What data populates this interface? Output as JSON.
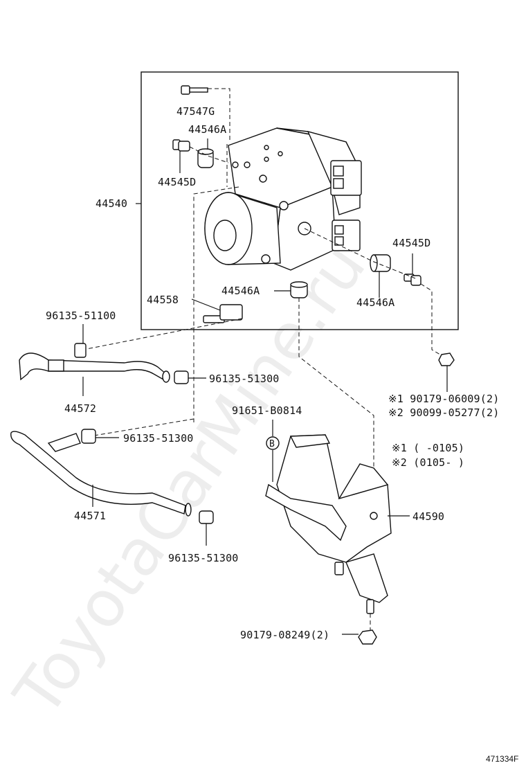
{
  "watermark": "ToyotaCarMine.ru",
  "figure_id": "471334F",
  "labels": {
    "p47547G": "47547G",
    "p44546A_top": "44546A",
    "p44545D_left": "44545D",
    "p44540": "44540",
    "p44545D_right": "44545D",
    "p44546A_mid": "44546A",
    "p44546A_right": "44546A",
    "p44558": "44558",
    "p96135_51100": "96135-51100",
    "p96135_51300_a": "96135-51300",
    "p44572": "44572",
    "p91651_B0814": "91651-B0814",
    "p96135_51300_b": "96135-51300",
    "p44571": "44571",
    "p96135_51300_c": "96135-51300",
    "p44590": "44590",
    "p90179_08249": "90179-08249(2)",
    "note1_part": "※1 90179-06009(2)",
    "note2_part": "※2 90099-05277(2)",
    "note1_range": "※1 (       -0105)",
    "note2_range": "※2 (0105-       )",
    "circle_b": "B"
  }
}
